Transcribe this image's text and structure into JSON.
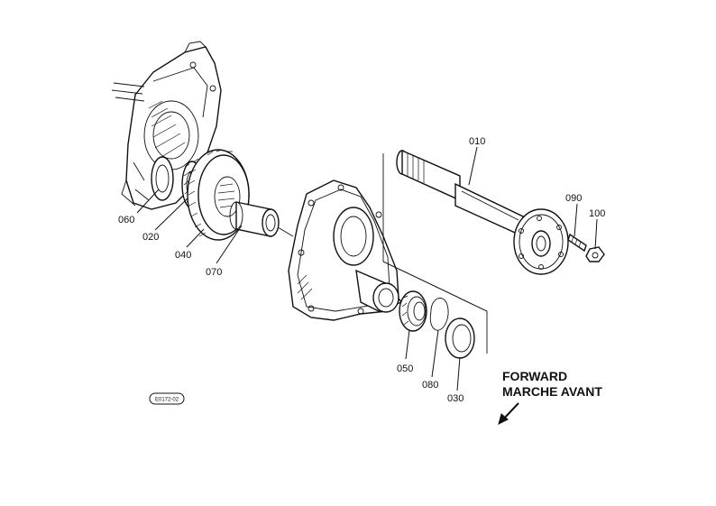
{
  "diagram": {
    "part_labels": {
      "p010": "010",
      "p020": "020",
      "p030": "030",
      "p040": "040",
      "p050": "050",
      "p060": "060",
      "p070": "070",
      "p080": "080",
      "p090": "090",
      "p100": "100"
    },
    "direction": {
      "line1": "FORWARD",
      "line2": "MARCHE AVANT"
    },
    "reference_code": "E0172-02"
  }
}
